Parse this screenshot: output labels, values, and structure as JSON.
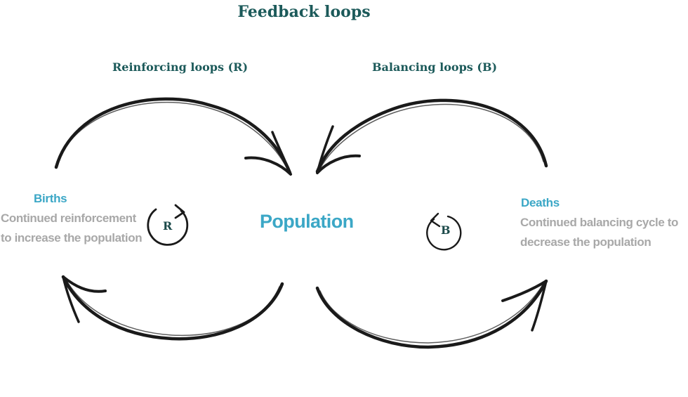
{
  "title": "Feedback loops",
  "reinforcing": {
    "heading": "Reinforcing loops (R)",
    "label": "Births",
    "description_line1": "Continued reinforcement",
    "description_line2": "to increase the population",
    "symbol": "R"
  },
  "balancing": {
    "heading": "Balancing loops (B)",
    "label": "Deaths",
    "description_line1": "Continued balancing cycle to",
    "description_line2": "decrease the population",
    "symbol": "B"
  },
  "center_label": "Population",
  "colors": {
    "title": "#1c5a5a",
    "accent": "#3ba7c6",
    "description": "#a8a8a8",
    "arrows": "#1a1a1a"
  }
}
